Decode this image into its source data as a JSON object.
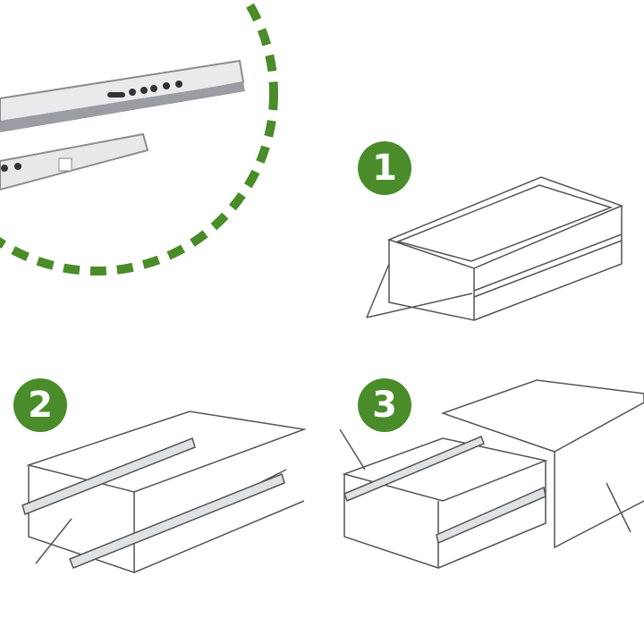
{
  "colors": {
    "accent": "#4a8c2a",
    "line": "#555555",
    "rail": "#c9ccd0"
  },
  "steps": [
    {
      "number": "1"
    },
    {
      "number": "2"
    },
    {
      "number": "3"
    }
  ]
}
